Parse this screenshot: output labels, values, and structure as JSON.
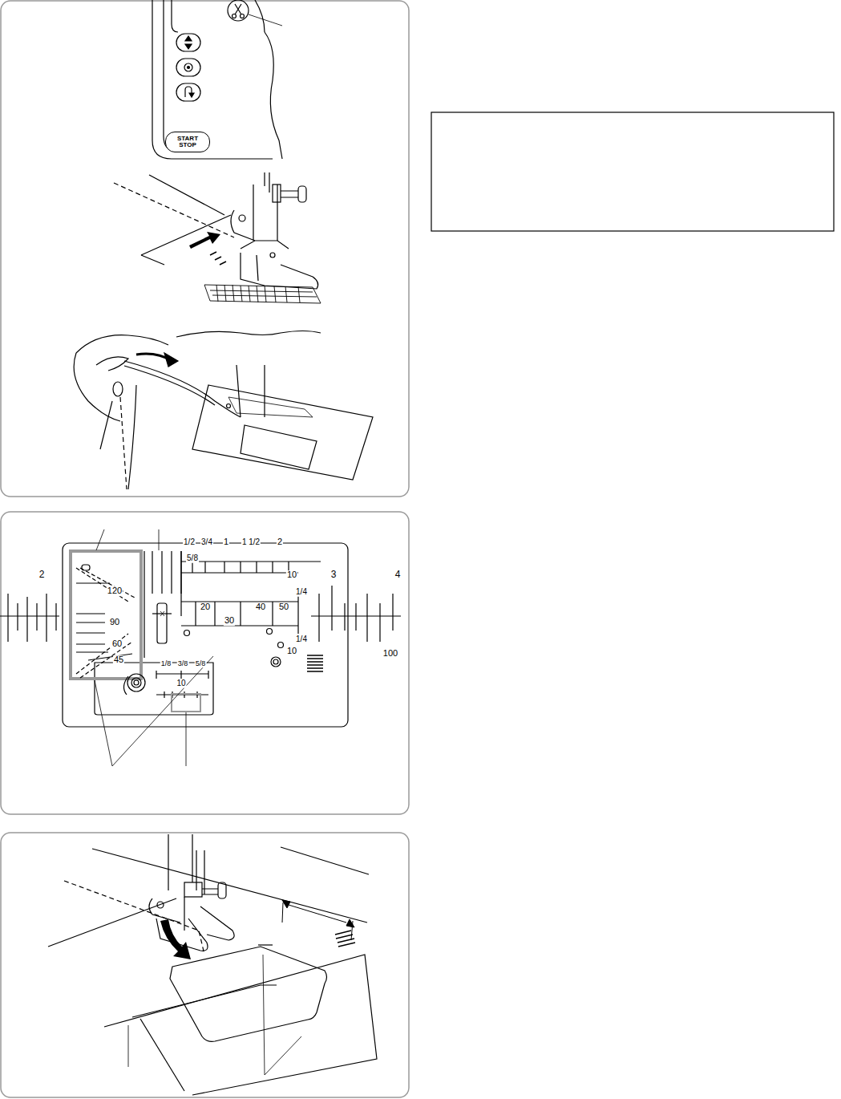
{
  "diagram": {
    "nodes": [
      {
        "text": [
          "START STOP"
        ]
      }
    ],
    "edges": [],
    "labels": [
      "2",
      "120",
      "90",
      "60",
      "45",
      "1/2",
      "3/4",
      "1",
      "1 1/2",
      "2",
      "5/8",
      "10",
      "1/4",
      "20",
      "40",
      "50",
      "30",
      "1/4",
      "10",
      "1/8",
      "3/8",
      "5/8",
      "10",
      "3",
      "4",
      "100"
    ]
  }
}
